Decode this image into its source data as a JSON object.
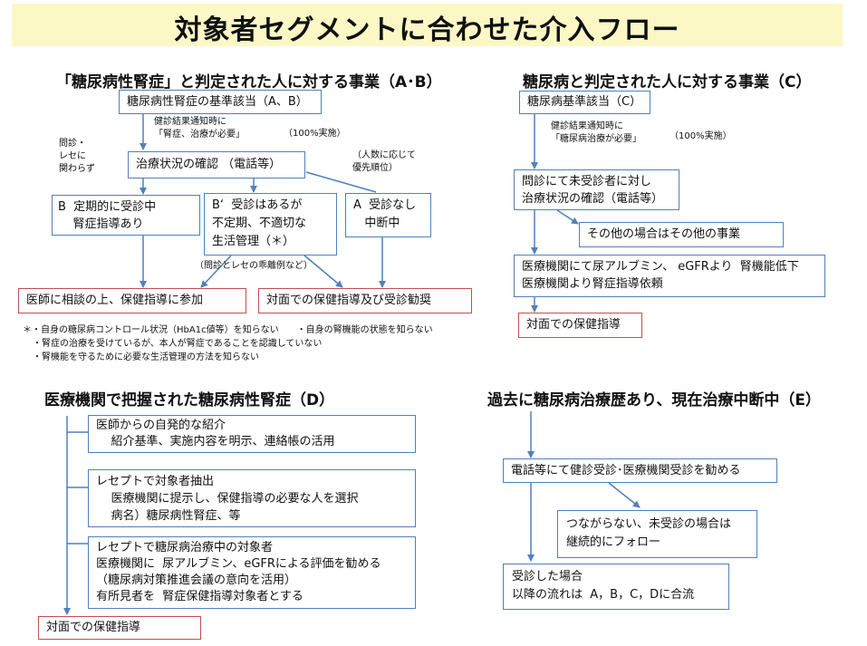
{
  "page": {
    "title": "対象者セグメントに合わせた介入フロー"
  },
  "colors": {
    "title_bg": "#fcf8c6",
    "box_border": "#4f81bd",
    "red_border": "#c0504d",
    "arrow": "#4f81bd"
  },
  "sectionAB": {
    "heading": "「糖尿病性腎症」と判定された人に対する事業（A･B）",
    "criteria": "糖尿病性腎症の基準該当（A、B）",
    "note_notice": "健診結果通知時に\n「腎症、治療が必要」",
    "note_100": "（100%実施）",
    "note_left": "問診・\nレセに\n関わらず",
    "confirm": "治療状況の確認 （電話等）",
    "note_priority": "（人数に応じて\n優先順位）",
    "box_b": "B  定期的に受診中\n    腎症指導あり",
    "box_b2": "B‘  受診はあるが\n不定期、不適切な\n生活管理（＊）",
    "box_a": "A  受診なし\n   中断中",
    "note_divergence": "（問診とレセの乖離例など）",
    "result_left": "医師に相談の上、保健指導に参加",
    "result_right": "対面での保健指導及び受診勧奨",
    "footnote_1": "＊・自身の糖尿病コントロール状況（HbA1c値等）を知らない　　・自身の腎機能の状態を知らない",
    "footnote_2": "・腎症の治療を受けているが、本人が腎症であることを認識していない",
    "footnote_3": "・腎機能を守るために必要な生活管理の方法を知らない"
  },
  "sectionC": {
    "heading": "糖尿病と判定された人に対する事業（C）",
    "criteria": "糖尿病基準該当（C）",
    "note_notice": "健診結果通知時に\n「糖尿病治療が必要」",
    "note_100": "（100%実施）",
    "confirm": "問診にて未受診者に対し\n治療状況の確認（電話等）",
    "other": "その他の場合はその他の事業",
    "lowfunc": "医療機関にて尿アルブミン、 eGFRより  腎機能低下\n医療機関より腎症指導依頼",
    "result": "対面での保健指導"
  },
  "sectionD": {
    "heading": "医療機関で把握された糖尿病性腎症（D）",
    "box1": "医師からの自発的な紹介\n    紹介基準、実施内容を明示、連絡帳の活用",
    "box2": "レセプトで対象者抽出\n    医療機関に提示し、保健指導の必要な人を選択\n    病名）糖尿病性腎症、等",
    "box3": "レセプトで糖尿病治療中の対象者\n医療機関に  尿アルブミン、eGFRによる評価を勧める\n（糖尿病対策推進会議の意向を活用）\n有所見者を  腎症保健指導対象者とする",
    "result": "対面での保健指導"
  },
  "sectionE": {
    "heading": "過去に糖尿病治療歴あり、現在治療中断中（E）",
    "recommend": "電話等にて健診受診･医療機関受診を勧める",
    "followup": "つながらない、未受診の場合は\n継続的にフォロー",
    "visited": "受診した場合\n以降の流れは  A，B，C，Dに合流"
  }
}
